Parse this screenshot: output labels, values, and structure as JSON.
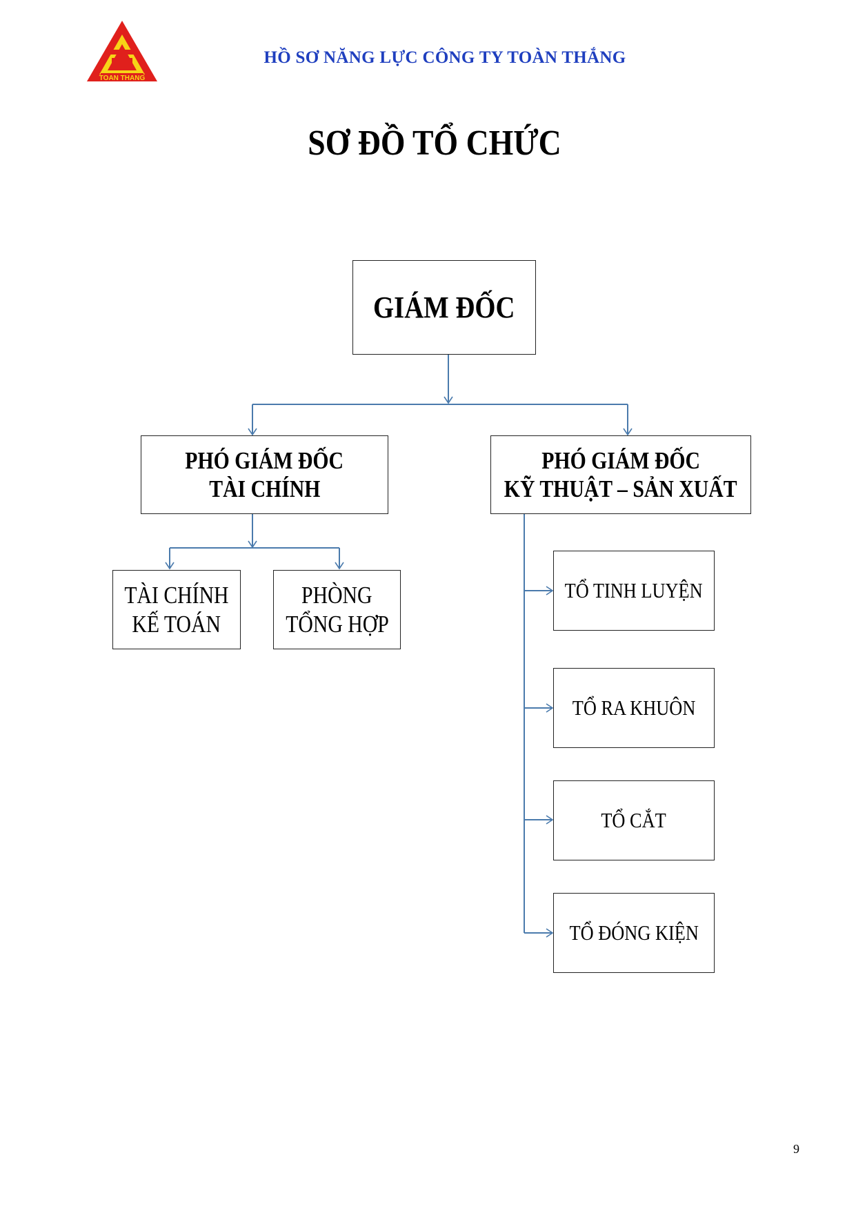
{
  "header": {
    "title": "HỒ SƠ NĂNG LỰC CÔNG TY TOÀN THẮNG",
    "logo_text": "TOAN THANG"
  },
  "page_title": "SƠ ĐỒ TỔ CHỨC",
  "org_chart": {
    "director": "GIÁM ĐỐC",
    "vp_finance": {
      "line1": "PHÓ GIÁM ĐỐC",
      "line2": "TÀI CHÍNH"
    },
    "vp_technical": {
      "line1": "PHÓ GIÁM ĐỐC",
      "line2": "KỸ THUẬT – SẢN XUẤT"
    },
    "finance_units": [
      {
        "line1": "TÀI CHÍNH",
        "line2": "KẾ TOÁN"
      },
      {
        "line1": "PHÒNG",
        "line2": "TỔNG HỢP"
      }
    ],
    "production_units": [
      "TỔ TINH LUYỆN",
      "TỔ RA KHUÔN",
      "TỔ CẮT",
      "TỔ ĐÓNG KIỆN"
    ]
  },
  "colors": {
    "header": "#1f3fbf",
    "connector": "#4a7aac",
    "logo_red": "#e0201c",
    "logo_yellow": "#f7d417"
  },
  "page_number": "9"
}
